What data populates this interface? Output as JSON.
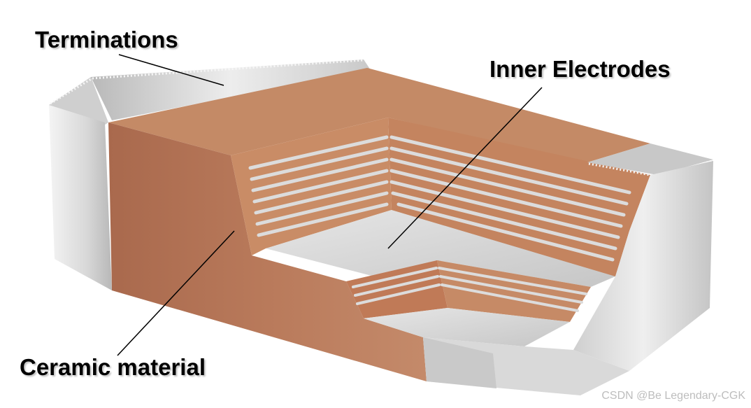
{
  "labels": {
    "terminations": "Terminations",
    "inner_electrodes": "Inner Electrodes",
    "ceramic_material": "Ceramic material"
  },
  "watermark": "CSDN @Be Legendary-CGK",
  "colors": {
    "ceramic_top": "#C8906A",
    "ceramic_front": "#B27255",
    "ceramic_cut": "#C98A63",
    "electrode": "#D9D9D9",
    "termination_light": "#EDEDED",
    "termination_dark": "#BDBDBD"
  }
}
